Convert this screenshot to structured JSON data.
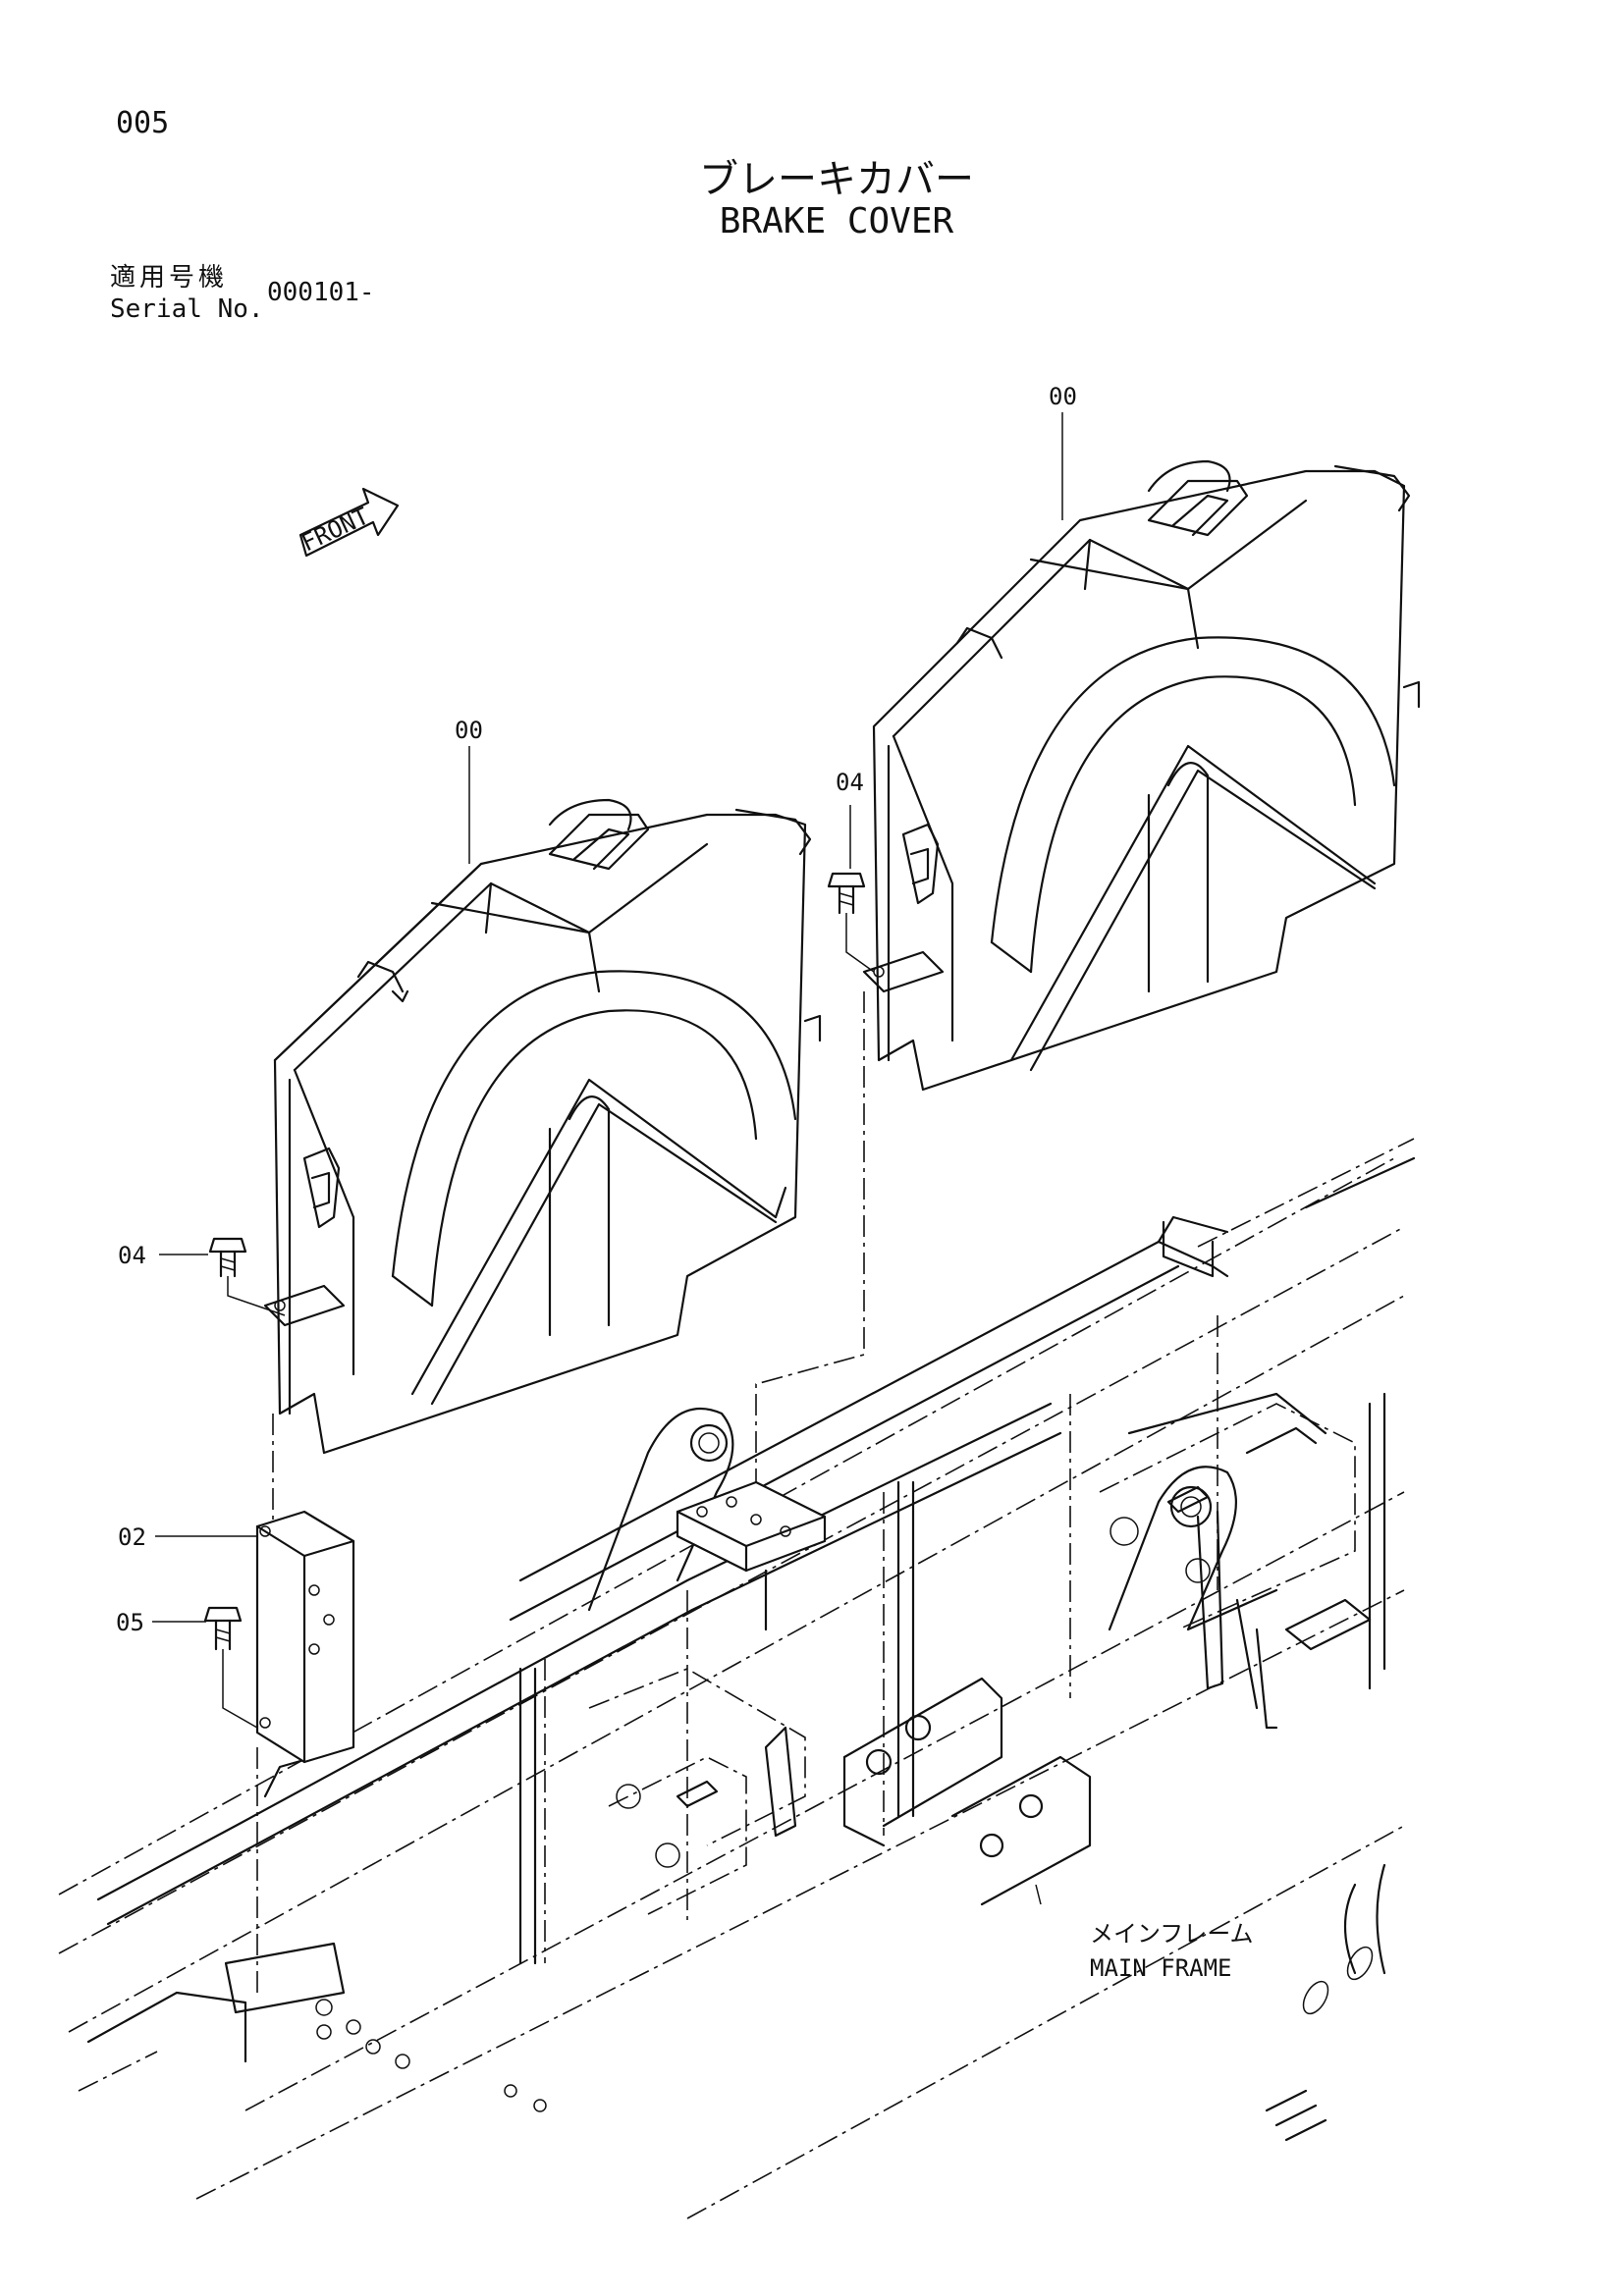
{
  "header": {
    "page_number": "005",
    "title_jp": "ブレーキカバー",
    "title_en": "BRAKE COVER",
    "serial_label_jp": "適用号機",
    "serial_label_en": "Serial No.",
    "serial_value": "000101-"
  },
  "diagram": {
    "front_marker": "FRONT",
    "callouts": [
      "00",
      "00",
      "04",
      "04",
      "02",
      "05"
    ],
    "main_frame_label_jp": "メインフレーム",
    "main_frame_label_en": "MAIN FRAME"
  }
}
